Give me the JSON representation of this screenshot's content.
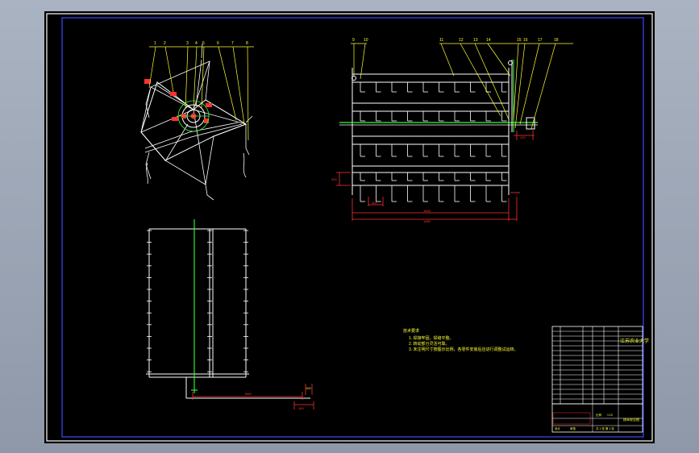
{
  "viewport": {
    "background_color": "#9aa4b4",
    "sheet_color": "#000000"
  },
  "colors": {
    "frame": "#ffffff",
    "inner_frame": "#3a4bff",
    "geometry": "#ffffff",
    "dimension": "#ff3030",
    "annotation": "#ffff33",
    "centerline": "#33ff33",
    "hatch": "#ff3030"
  },
  "balloons": {
    "top_left": [
      "1",
      "2",
      "3",
      "4",
      "5",
      "6",
      "7",
      "8"
    ],
    "top_right": [
      "9",
      "10",
      "11",
      "12",
      "13",
      "14",
      "15",
      "16",
      "17",
      "18"
    ]
  },
  "dimensions": {
    "overall_length": "1880",
    "inner_length": "1800",
    "section_width": "300",
    "height": "300",
    "shaft_offset": "120",
    "plan_length": "1860",
    "plan_offset": "160",
    "plan_end": "100"
  },
  "tech_notes": {
    "heading": "技术要求",
    "lines": [
      "1. 焊接牢固，焊缝平整。",
      "2. 转动部分灵活可靠。",
      "3. 未注明尺寸按图示比例，各零件安装后应进行调整试运转。"
    ]
  },
  "title_block": {
    "school": "江苏农业大学",
    "drawing_name": "拨禾轮总图",
    "scale_label": "比例",
    "scale": "1:10",
    "sheet_label": "共 1 张 第 1 张",
    "designer_label": "设计",
    "checker_label": "审核"
  }
}
